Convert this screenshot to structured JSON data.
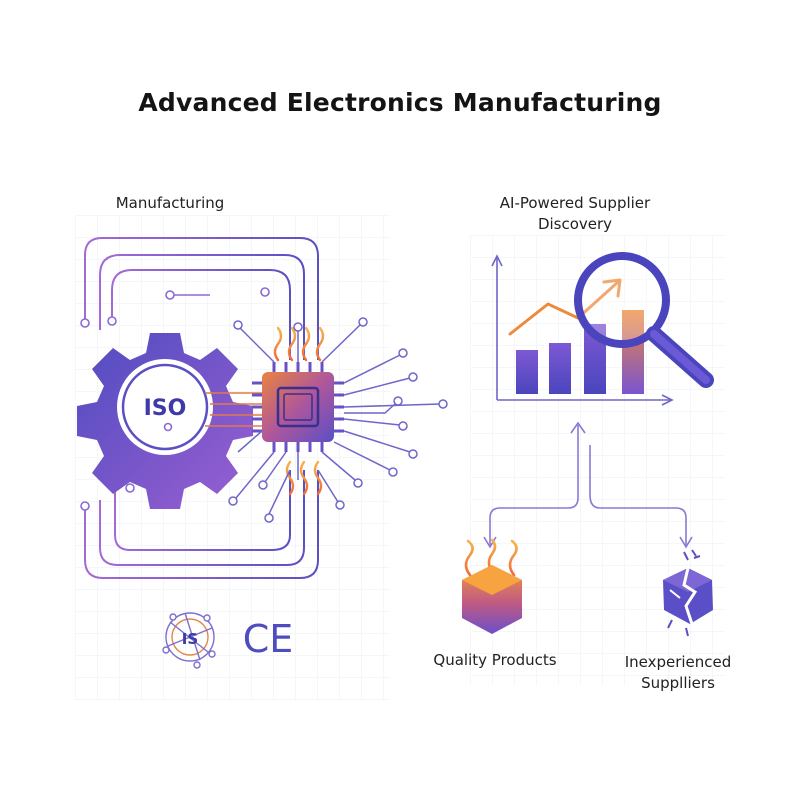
{
  "title": "Advanced Electronics Manufacturing",
  "left_panel": {
    "heading": "Manufacturing",
    "gear_badge": "ISO",
    "cert_badge": "IS",
    "ce_mark": "CE"
  },
  "right_panel": {
    "heading_line1": "AI-Powered Supplier",
    "heading_line2": "Discovery",
    "outcome_left": "Quality Products",
    "outcome_right_line1": "Inexperienced",
    "outcome_right_line2": "Supplliers"
  },
  "colors": {
    "purple": "#5b4fc4",
    "violet": "#8a5bd6",
    "orange": "#f28c3a",
    "line": "#7b6fd1"
  },
  "icons": [
    "gear-icon",
    "chip-icon",
    "magnifier-icon",
    "bar-chart-icon",
    "trend-arrow-icon",
    "cube-icon",
    "broken-cube-icon",
    "certificate-icon",
    "ce-mark-icon"
  ]
}
